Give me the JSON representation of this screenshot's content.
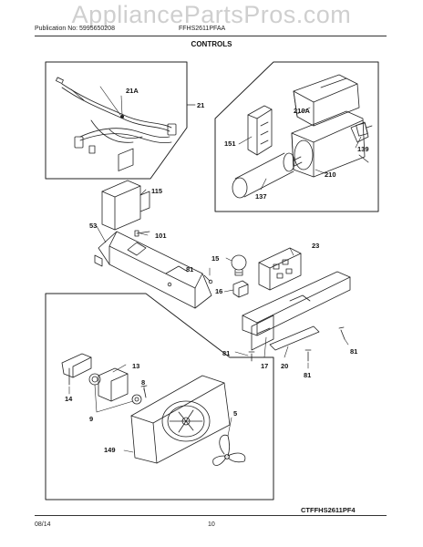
{
  "watermark": "AppliancePartsPros.com",
  "header": {
    "publication": "Publication No: 5995650208",
    "model": "FFHS2611PFAA",
    "section": "CONTROLS"
  },
  "diagram_code": "CTFFHS2611PF4",
  "footer": {
    "date": "08/14",
    "page": "10"
  },
  "callouts": {
    "c21a": "21A",
    "c21": "21",
    "c210a": "210A",
    "c151": "151",
    "c139": "139",
    "c210": "210",
    "c137": "137",
    "c115": "115",
    "c53": "53",
    "c101": "101",
    "c23": "23",
    "c15": "15",
    "c81a": "81",
    "c16": "16",
    "c81b": "81",
    "c17": "17",
    "c20": "20",
    "c81c": "81",
    "c81d": "81",
    "c13": "13",
    "c14": "14",
    "c8": "8",
    "c9": "9",
    "c5": "5",
    "c149": "149"
  }
}
